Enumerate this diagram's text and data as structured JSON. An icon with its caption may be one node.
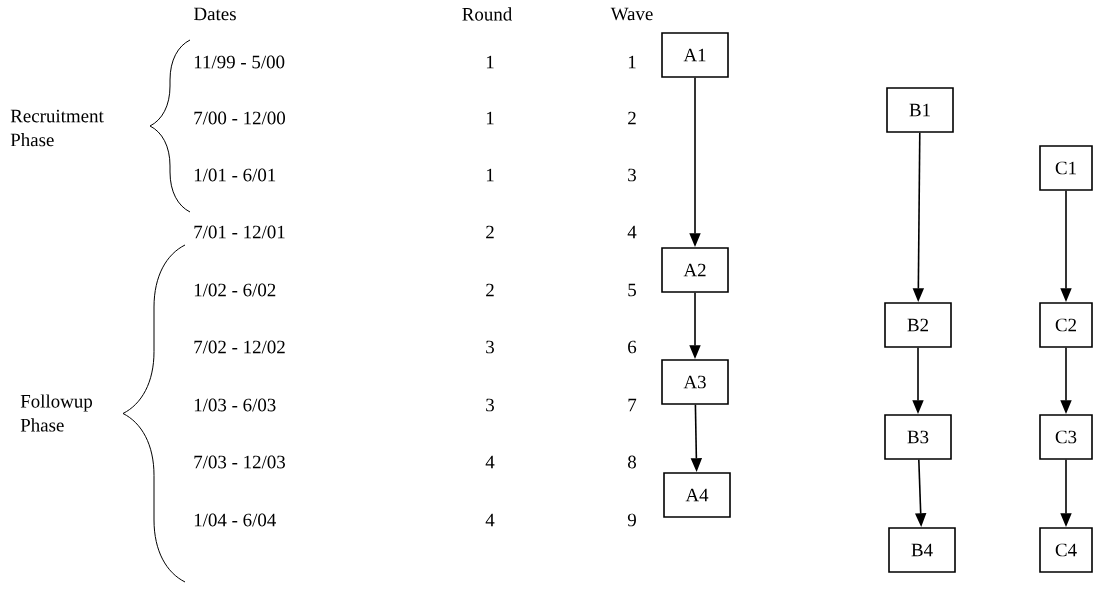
{
  "diagram": {
    "nodes": [
      {
        "text": [
          "A1"
        ]
      },
      {
        "text": [
          "A2"
        ]
      },
      {
        "text": [
          "A3"
        ]
      },
      {
        "text": [
          "A4"
        ]
      },
      {
        "text": [
          "B1"
        ]
      },
      {
        "text": [
          "B2"
        ]
      },
      {
        "text": [
          "B3"
        ]
      },
      {
        "text": [
          "B4"
        ]
      },
      {
        "text": [
          "C1"
        ]
      },
      {
        "text": [
          "C2"
        ]
      },
      {
        "text": [
          "C3"
        ]
      },
      {
        "text": [
          "C4"
        ]
      }
    ],
    "edges": [
      {
        "from": 0,
        "to": 1,
        "arrow": "to"
      },
      {
        "from": 1,
        "to": 2,
        "arrow": "to"
      },
      {
        "from": 2,
        "to": 3,
        "arrow": "to"
      },
      {
        "from": 4,
        "to": 5,
        "arrow": "to"
      },
      {
        "from": 5,
        "to": 6,
        "arrow": "to"
      },
      {
        "from": 6,
        "to": 7,
        "arrow": "to"
      },
      {
        "from": 8,
        "to": 9,
        "arrow": "to"
      },
      {
        "from": 9,
        "to": 10,
        "arrow": "to"
      },
      {
        "from": 10,
        "to": 11,
        "arrow": "to"
      }
    ],
    "labels": [
      "Dates",
      "Round",
      "Wave",
      "Recruitment Phase",
      "Followup Phase",
      "11/99 - 5/00",
      "1",
      "1",
      "7/00 - 12/00",
      "1",
      "2",
      "1/01 - 6/01",
      "1",
      "3",
      "7/01 - 12/01",
      "2",
      "4",
      "1/02 - 6/02",
      "2",
      "5",
      "7/02 - 12/02",
      "3",
      "6",
      "1/03 - 6/03",
      "3",
      "7",
      "7/03 - 12/03",
      "4",
      "8",
      "1/04 - 6/04",
      "4",
      "9"
    ]
  }
}
